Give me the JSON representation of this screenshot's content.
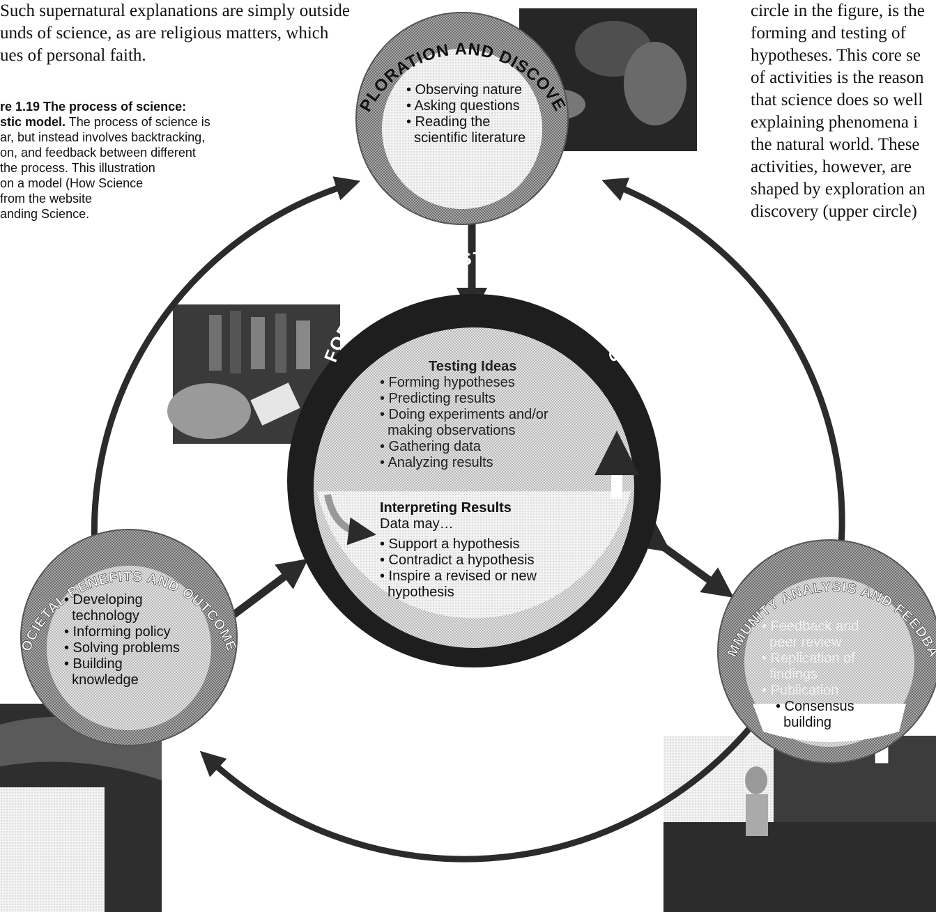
{
  "page": {
    "top_left_text": [
      "Such supernatural explanations are simply outside",
      "unds of science, as are religious matters, which",
      "ues of personal faith."
    ],
    "caption": {
      "title_lines": [
        "re 1.19  The process of science:",
        "stic model."
      ],
      "body_first": "The process of science is",
      "body_lines": [
        "ar, but instead involves backtracking,",
        "on, and feedback between different",
        "the process. This illustration",
        "on a model (How Science",
        "from the website",
        "anding Science."
      ]
    },
    "right_text": [
      "circle in the figure, is the",
      "forming and testing of",
      "hypotheses. This core se",
      "of activities is the reason",
      "that science does so well",
      "explaining phenomena i",
      "the natural world. These",
      "activities, however, are",
      "shaped by exploration an",
      "discovery (upper circle)"
    ]
  },
  "diagram": {
    "exploration": {
      "title": "EXPLORATION AND DISCOVERY",
      "items": [
        "• Observing nature",
        "• Asking questions",
        "• Reading the",
        "  scientific literature"
      ]
    },
    "center": {
      "title": "FORMING AND TESTING HYPOTHESES",
      "testing_heading": "Testing Ideas",
      "testing_items": [
        "• Forming hypotheses",
        "• Predicting results",
        "• Doing experiments and/or",
        "  making observations",
        "• Gathering data",
        "• Analyzing results"
      ],
      "interpreting_heading": "Interpreting Results",
      "interpreting_sub": "Data may…",
      "interpreting_items": [
        "• Support a hypothesis",
        "• Contradict a hypothesis",
        "• Inspire a revised or new",
        "  hypothesis"
      ]
    },
    "societal": {
      "title": "SOCIETAL BENEFITS AND OUTCOMES",
      "items": [
        "• Developing",
        "  technology",
        "• Informing policy",
        "• Solving problems",
        "• Building",
        "  knowledge"
      ]
    },
    "community": {
      "title": "COMMUNITY ANALYSIS AND FEEDBACK",
      "items": [
        "• Feedback and",
        "  peer review",
        "• Replication of",
        "  findings",
        "• Publication"
      ],
      "consensus_items": [
        "• Consensus",
        "  building"
      ]
    }
  }
}
